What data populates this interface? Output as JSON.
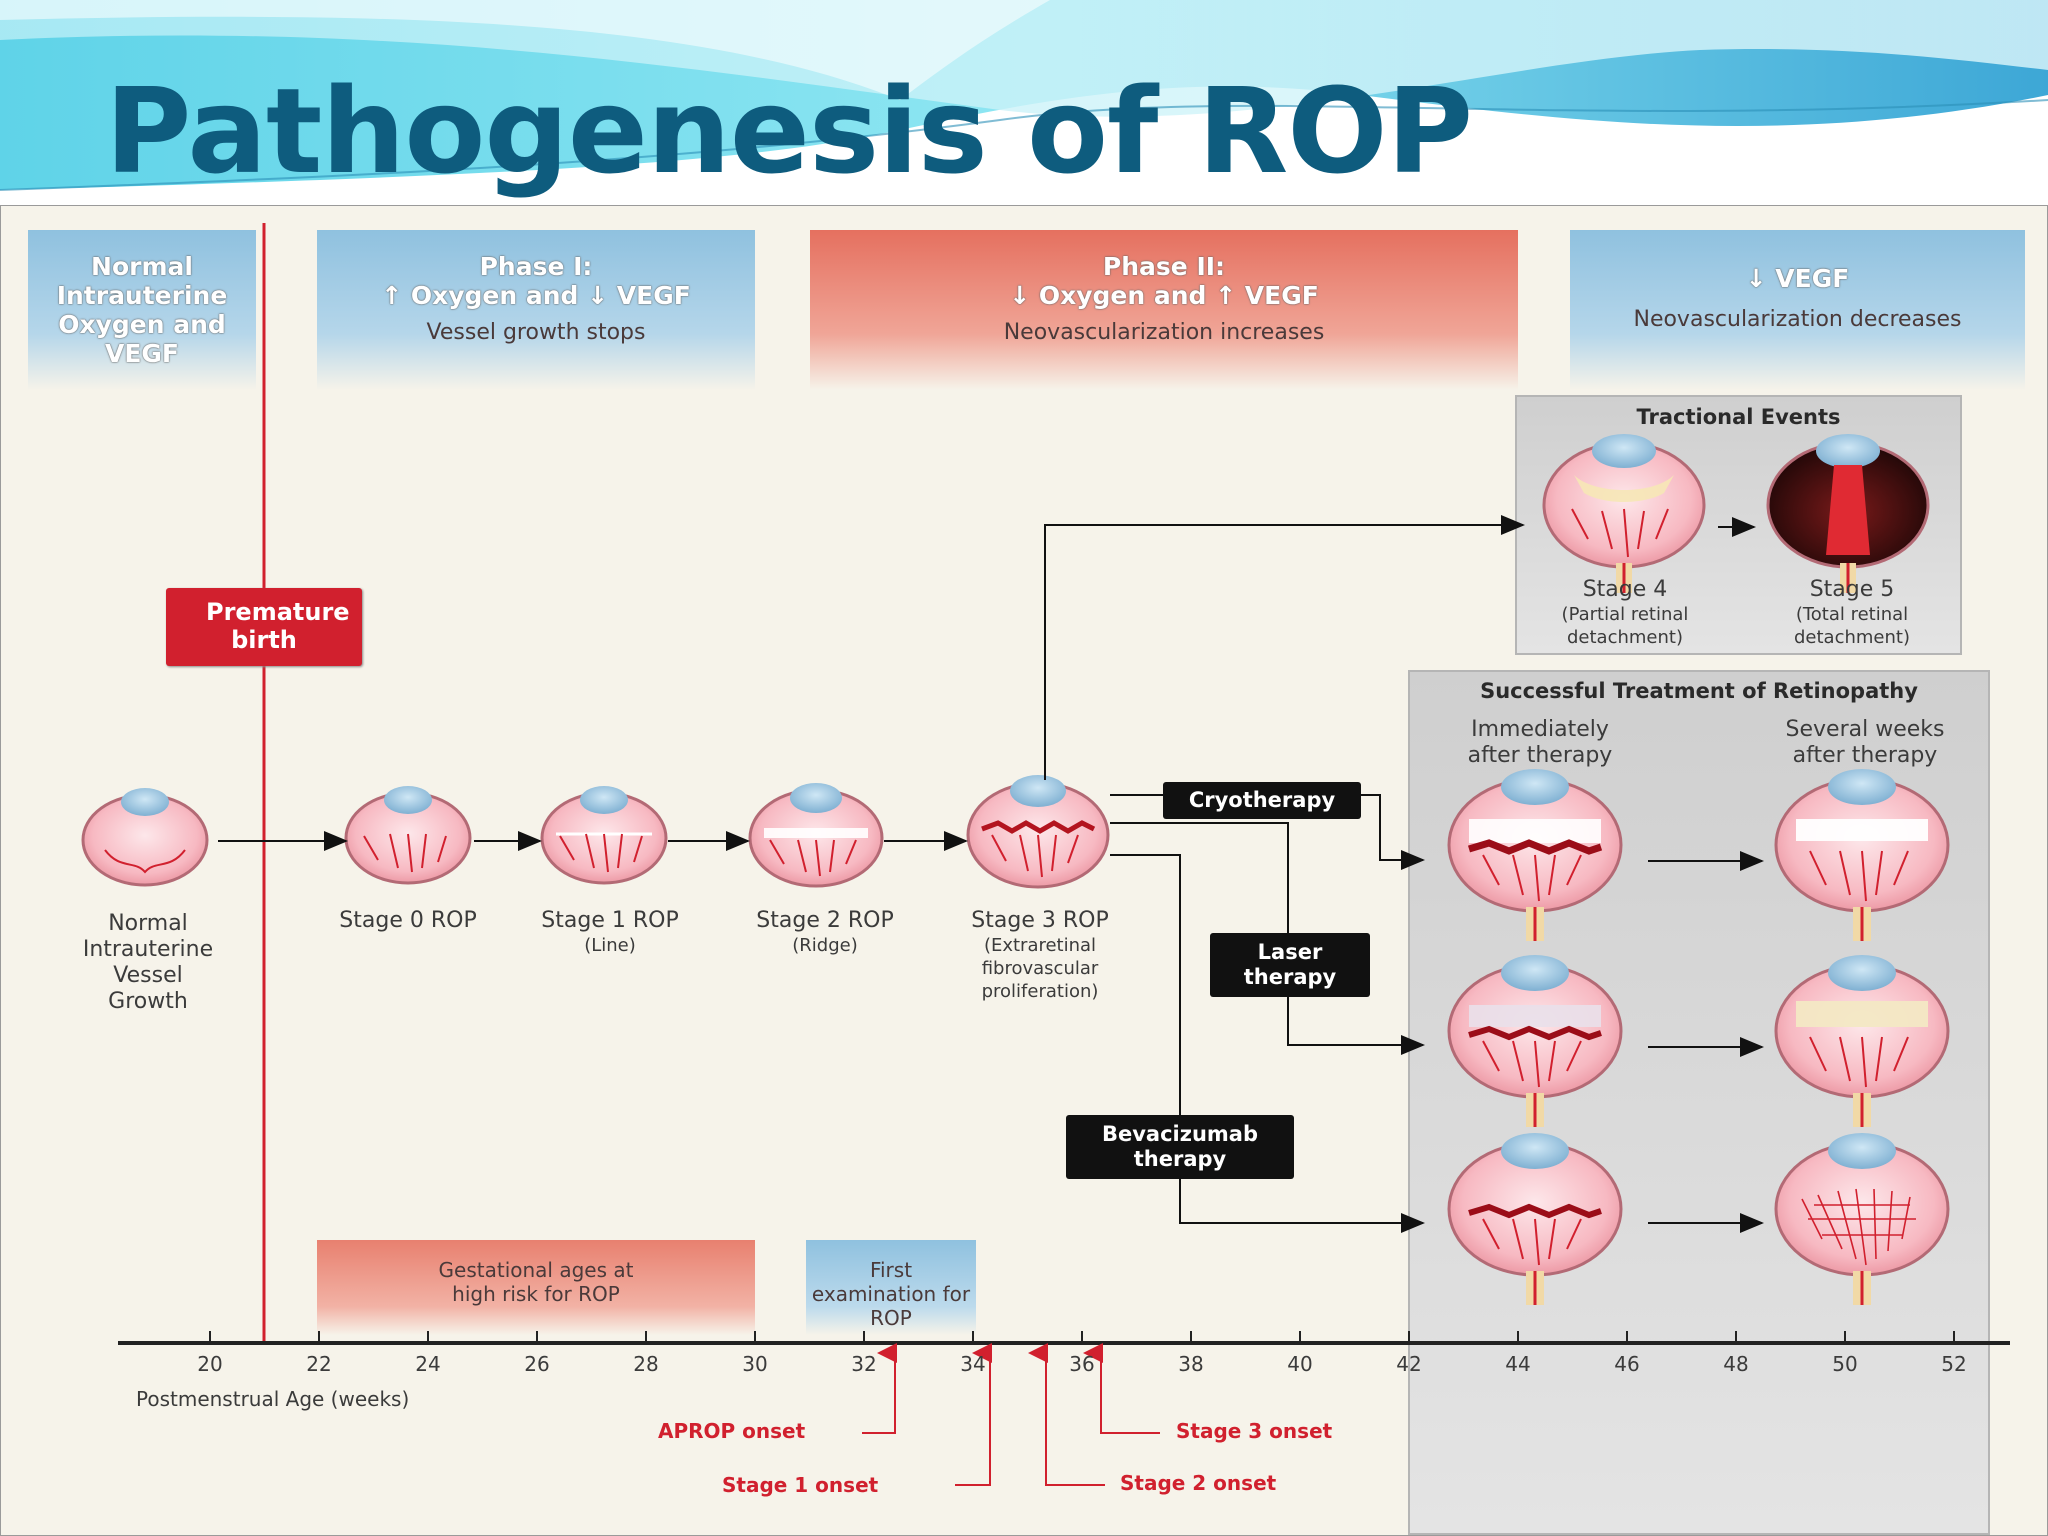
{
  "slide": {
    "title": "Pathogenesis of ROP"
  },
  "phases": {
    "normal": {
      "heading": "Normal Intrauterine Oxygen and VEGF"
    },
    "phase1": {
      "heading": "Phase I:",
      "heading2": "↑ Oxygen and ↓ VEGF",
      "desc": "Vessel growth stops"
    },
    "phase2": {
      "heading": "Phase II:",
      "heading2": "↓ Oxygen and ↑ VEGF",
      "desc": "Neovascularization increases"
    },
    "late": {
      "heading": "↓ VEGF",
      "desc": "Neovascularization decreases"
    }
  },
  "premature_birth": "Premature birth",
  "stages": [
    {
      "name": "Normal Intrauterine Vessel Growth",
      "sub": ""
    },
    {
      "name": "Stage 0 ROP",
      "sub": ""
    },
    {
      "name": "Stage 1 ROP",
      "sub": "(Line)"
    },
    {
      "name": "Stage 2 ROP",
      "sub": "(Ridge)"
    },
    {
      "name": "Stage 3 ROP",
      "sub": "(Extraretinal fibrovascular proliferation)"
    }
  ],
  "tractional": {
    "title": "Tractional Events",
    "stage4": {
      "name": "Stage 4",
      "sub": "(Partial retinal detachment)"
    },
    "stage5": {
      "name": "Stage 5",
      "sub": "(Total retinal detachment)"
    }
  },
  "treatment": {
    "title": "Successful Treatment of Retinopathy",
    "col1": "Immediately after therapy",
    "col2": "Several weeks after therapy"
  },
  "therapies": {
    "cryo": "Cryotherapy",
    "laser": "Laser therapy",
    "beva": "Bevacizumab therapy"
  },
  "bottom_bands": {
    "high_risk": "Gestational ages at high risk for ROP",
    "first_exam": "First examination for ROP"
  },
  "axis": {
    "label": "Postmenstrual Age (weeks)",
    "ticks": [
      "20",
      "22",
      "24",
      "26",
      "28",
      "30",
      "32",
      "34",
      "36",
      "38",
      "40",
      "42",
      "44",
      "46",
      "48",
      "50",
      "52"
    ]
  },
  "onsets": {
    "aprop": "APROP onset",
    "stage1": "Stage 1 onset",
    "stage2": "Stage 2 onset",
    "stage3": "Stage 3 onset"
  },
  "colors": {
    "title": "#0e5c7e",
    "accent_red": "#d1202e",
    "phase_blue": "#8fc1df",
    "phase_red": "#e5705f"
  }
}
